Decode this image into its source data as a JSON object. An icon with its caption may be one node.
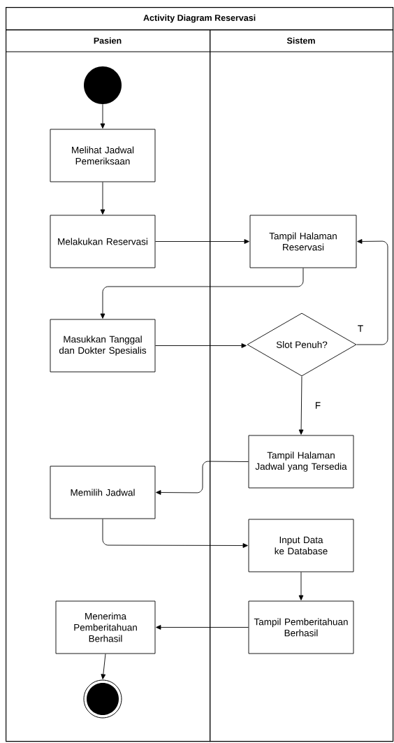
{
  "diagram": {
    "title": "Activity Diagram Reservasi",
    "nodes": [
      {
        "text": [
          "Pasien"
        ]
      },
      {
        "text": [
          "Sistem"
        ]
      },
      {
        "text": [],
        "shape": "circle",
        "in": 0
      },
      {
        "text": [
          "Melihat Jadwal Pemeriksaan"
        ],
        "in": 0
      },
      {
        "text": [
          "Melakukan Reservasi"
        ],
        "in": 0
      },
      {
        "text": [
          "Tampil Halaman Reservasi"
        ],
        "in": 1
      },
      {
        "text": [
          "Masukkan Tanggal dan Dokter Spesialis"
        ],
        "in": 0
      },
      {
        "text": [
          "Slot Penuh?"
        ],
        "in": 1
      },
      {
        "text": [
          "Tampil Halaman Jadwal yang Tersedia"
        ],
        "in": 1
      },
      {
        "text": [
          "Memilih Jadwal"
        ],
        "in": 0
      },
      {
        "text": [
          "Input Data ke Database"
        ],
        "in": 1
      },
      {
        "text": [
          "Tampil Pemberitahuan Berhasil"
        ],
        "in": 1
      },
      {
        "text": [
          "Menerima Pemberitahuan Berhasil"
        ],
        "in": 0
      },
      {
        "text": [],
        "shape": "bullseye",
        "in": 0
      }
    ],
    "edges": [
      {
        "from": 2,
        "to": 3,
        "arrow": "to"
      },
      {
        "from": 3,
        "to": 4,
        "arrow": "to"
      },
      {
        "from": 4,
        "to": 5,
        "arrow": "to"
      },
      {
        "from": 5,
        "to": 6,
        "arrow": "to"
      },
      {
        "from": 6,
        "to": 7,
        "arrow": "to"
      },
      {
        "from": 7,
        "to": 5,
        "arrow": "to",
        "label": "T"
      },
      {
        "from": 7,
        "to": 8,
        "arrow": "to",
        "label": "F"
      },
      {
        "from": 8,
        "to": 9,
        "arrow": "to"
      },
      {
        "from": 9,
        "to": 10,
        "arrow": "to"
      },
      {
        "from": 10,
        "to": 11,
        "arrow": "to"
      },
      {
        "from": 11,
        "to": 12,
        "arrow": "to"
      },
      {
        "from": 12,
        "to": 13,
        "arrow": "to"
      }
    ]
  }
}
